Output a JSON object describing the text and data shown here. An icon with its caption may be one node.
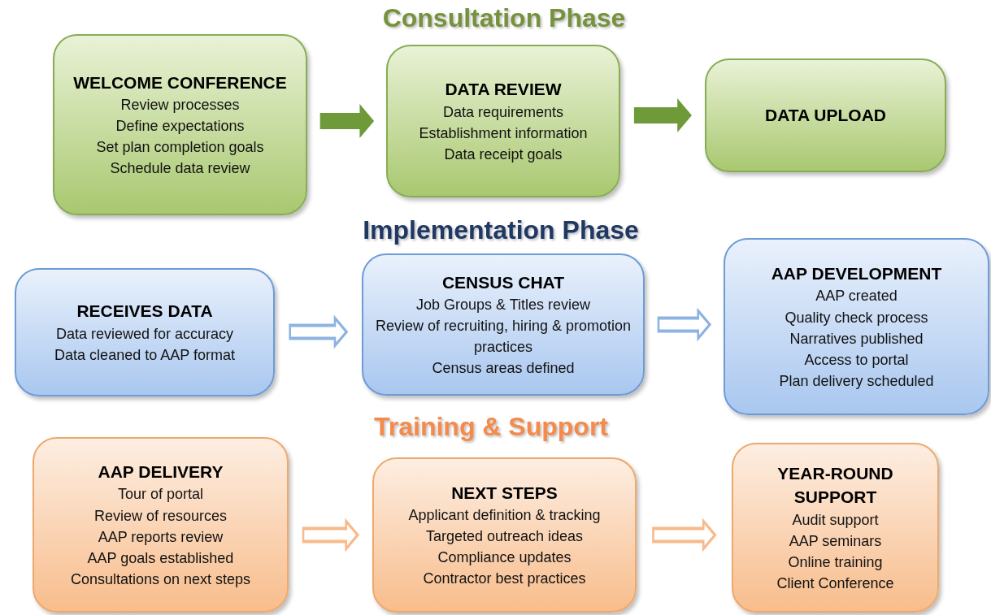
{
  "diagram": {
    "nodes": [
      {
        "text": [
          "WELCOME CONFERENCE",
          "Review processes",
          "Define expectations",
          "Set plan completion goals",
          "Schedule data review"
        ]
      },
      {
        "text": [
          "DATA REVIEW",
          "Data requirements",
          "Establishment information",
          "Data receipt goals"
        ]
      },
      {
        "text": [
          "DATA UPLOAD"
        ]
      },
      {
        "text": [
          "RECEIVES DATA",
          "Data reviewed for accuracy",
          "Data cleaned to AAP format"
        ]
      },
      {
        "text": [
          "CENSUS CHAT",
          "Job Groups & Titles review",
          "Review of recruiting, hiring & promotion practices",
          "Census areas defined"
        ]
      },
      {
        "text": [
          "AAP DEVELOPMENT",
          "AAP created",
          "Quality check process",
          "Narratives published",
          "Access to portal",
          "Plan delivery scheduled"
        ]
      },
      {
        "text": [
          "AAP DELIVERY",
          "Tour of portal",
          "Review of resources",
          "AAP reports review",
          "AAP goals established",
          "Consultations on next steps"
        ]
      },
      {
        "text": [
          "NEXT STEPS",
          "Applicant definition & tracking",
          "Targeted outreach ideas",
          "Compliance updates",
          "Contractor best practices"
        ]
      },
      {
        "text": [
          "YEAR-ROUND SUPPORT",
          "Audit support",
          "AAP seminars",
          "Online training",
          "Client Conference"
        ]
      }
    ],
    "edges": [
      {
        "from": 0,
        "to": 1,
        "arrow": "to",
        "color": "#6f9a3a"
      },
      {
        "from": 1,
        "to": 2,
        "arrow": "to",
        "color": "#6f9a3a"
      },
      {
        "from": 3,
        "to": 4,
        "arrow": "to",
        "color": "#8db3e2"
      },
      {
        "from": 4,
        "to": 5,
        "arrow": "to",
        "color": "#8db3e2"
      },
      {
        "from": 6,
        "to": 7,
        "arrow": "to",
        "color": "#f9b98a"
      },
      {
        "from": 7,
        "to": 8,
        "arrow": "to",
        "color": "#f9b98a"
      }
    ],
    "labels": [
      "Consultation Phase",
      "Implementation Phase",
      "Training & Support"
    ]
  }
}
